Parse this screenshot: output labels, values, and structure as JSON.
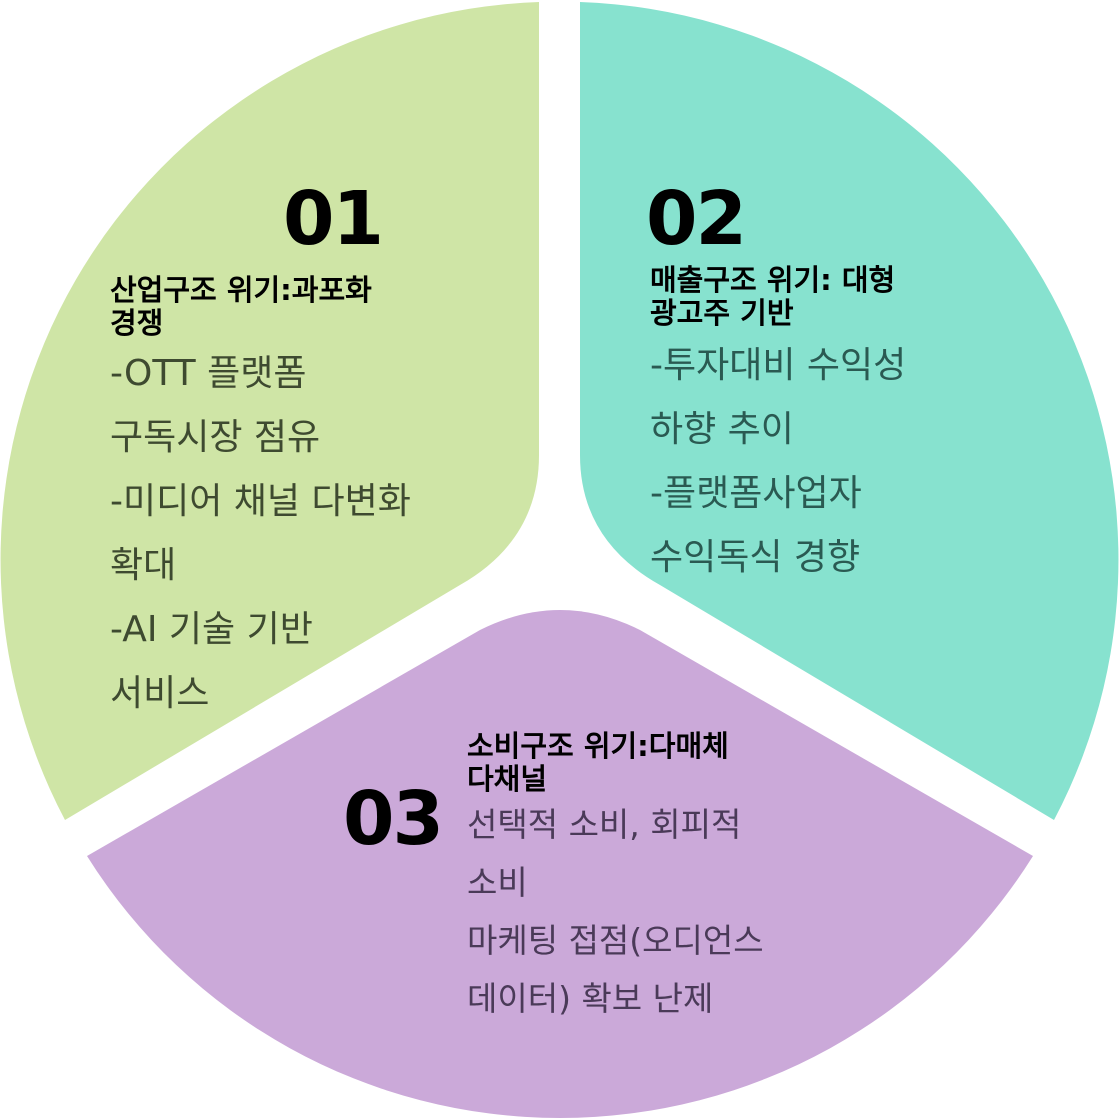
{
  "colors": {
    "segment_1": "#cfe5a6",
    "segment_2": "#87e2cf",
    "segment_3": "#cba9d9",
    "background": "#ffffff"
  },
  "segments": [
    {
      "number": "01",
      "title_lines": [
        "산업구조 위기:과포화",
        "경쟁"
      ],
      "body_lines": [
        "-OTT 플랫폼",
        "구독시장 점유",
        "-미디어 채널 다변화",
        "확대",
        "-AI 기술 기반",
        "서비스"
      ]
    },
    {
      "number": "02",
      "title_lines": [
        "매출구조 위기: 대형",
        "광고주 기반"
      ],
      "body_lines": [
        "-투자대비 수익성",
        "하향 추이",
        "-플랫폼사업자",
        "수익독식 경향"
      ]
    },
    {
      "number": "03",
      "title_lines": [
        "소비구조 위기:다매체",
        "다채널"
      ],
      "body_lines": [
        "선택적 소비, 회피적",
        "소비",
        "마케팅 접점(오디언스",
        "데이터) 확보 난제"
      ]
    }
  ]
}
